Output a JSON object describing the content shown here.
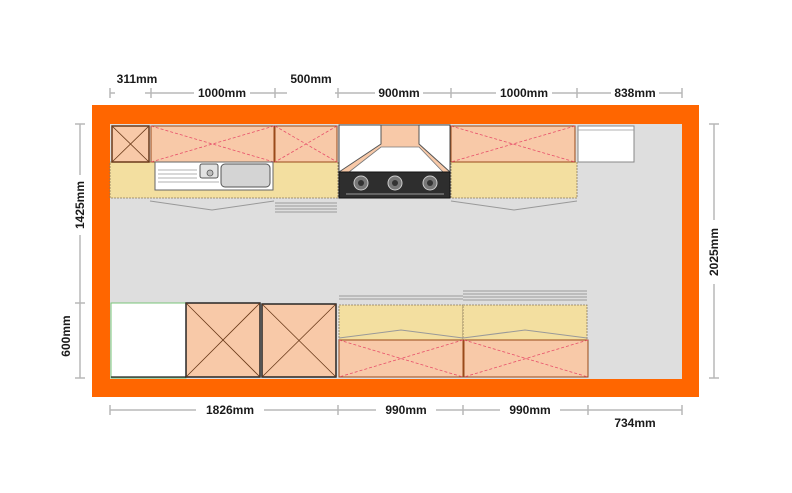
{
  "dimensions": {
    "top": [
      "311mm",
      "1000mm",
      "500mm",
      "900mm",
      "1000mm",
      "838mm"
    ],
    "bottom": [
      "1826mm",
      "990mm",
      "990mm",
      "734mm"
    ],
    "left_upper": "1425mm",
    "left_lower": "600mm",
    "right": "2025mm"
  },
  "colors": {
    "wall": "#ff6600",
    "floor": "#dedede",
    "cabinet_fill": "#f8c9a8",
    "cabinet_stroke": "#9a4a1a",
    "cross_pink": "#e8506a",
    "cross_dark": "#6a3a1a",
    "worktop": "#f3dfa0",
    "dim_line": "#b8b8b8"
  }
}
